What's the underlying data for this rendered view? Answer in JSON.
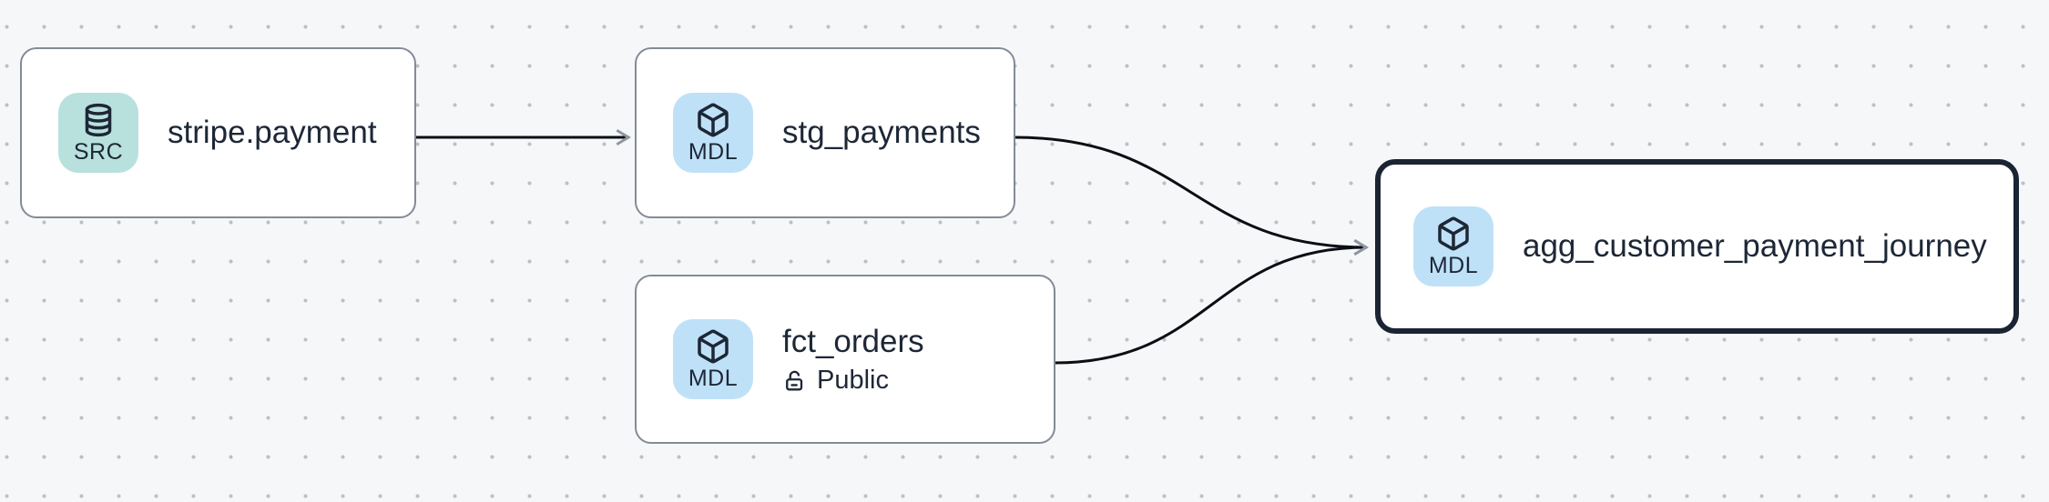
{
  "canvas": {
    "type": "lineage-graph-canvas",
    "background_color": "#f6f7f9",
    "dot_grid_color": "#8a929e",
    "edge_color": "#0b0e13",
    "arrowhead_color": "#8f96a1",
    "node_border_color": "#848b97",
    "selected_node_border_color": "#1b2433",
    "text_color": "#1d2736"
  },
  "nodes": [
    {
      "id": "stripe.payment",
      "title": "stripe.payment",
      "badge": {
        "label": "SRC",
        "icon": "database-icon",
        "color": "#b8e1dd"
      },
      "selected": false
    },
    {
      "id": "stg_payments",
      "title": "stg_payments",
      "badge": {
        "label": "MDL",
        "icon": "cube-icon",
        "color": "#bfe1f8"
      },
      "selected": false
    },
    {
      "id": "fct_orders",
      "title": "fct_orders",
      "access": "Public",
      "access_icon": "unlock-icon",
      "badge": {
        "label": "MDL",
        "icon": "cube-icon",
        "color": "#bfe1f8"
      },
      "selected": false
    },
    {
      "id": "agg_customer_payment_journey",
      "title": "agg_customer_payment_journey",
      "badge": {
        "label": "MDL",
        "icon": "cube-icon",
        "color": "#bfe1f8"
      },
      "selected": true
    }
  ],
  "edges": [
    {
      "from": "stripe.payment",
      "to": "stg_payments"
    },
    {
      "from": "stg_payments",
      "to": "agg_customer_payment_journey"
    },
    {
      "from": "fct_orders",
      "to": "agg_customer_payment_journey"
    }
  ]
}
